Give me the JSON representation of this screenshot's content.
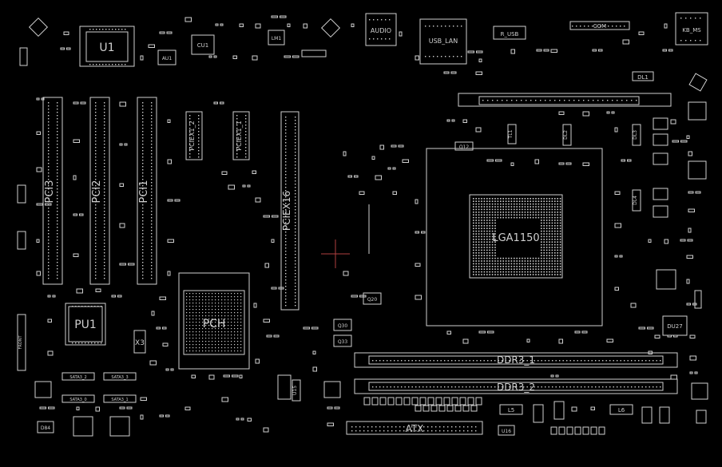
{
  "colors": {
    "background": "#000000",
    "silkscreen": "#cfcfcf",
    "cursor": "#b04040"
  },
  "labels": {
    "u1": "U1",
    "au1": "AU1",
    "cu1": "CU1",
    "lm1": "LM1",
    "audio": "AUDIO",
    "usb_lan": "USB_LAN",
    "r_usb": "R_USB",
    "com": "COM",
    "kb_ms": "KB_MS",
    "dl1": "DL1",
    "dl2": "DL2",
    "dl3": "DL3",
    "dl4": "DL4",
    "tl1": "TL1",
    "pci3": "PCI3",
    "pci2": "PCI2",
    "pci1": "PCI1",
    "pciex1_2": "PCIEX1_2",
    "pciex1_1": "PCIEX1_1",
    "pciex16": "PCIEX16",
    "pu1": "PU1",
    "pch": "PCH",
    "x3": "X3",
    "ddr3_1": "DDR3_1",
    "ddr3_2": "DDR3_2",
    "atx": "ATX",
    "q12": "Q12",
    "q20": "Q20",
    "q30": "Q30",
    "q33": "Q33",
    "du27": "DU27",
    "l5": "L5",
    "l6": "L6",
    "u15": "U15",
    "u16": "U16",
    "d84": "D84",
    "sata3_2": "SATA3_2",
    "sata3_3": "SATA3_3",
    "sata3_0": "SATA3_0",
    "sata3_1": "SATA3_1",
    "front": "FRONT",
    "cpu_lga": "LGA1150"
  }
}
